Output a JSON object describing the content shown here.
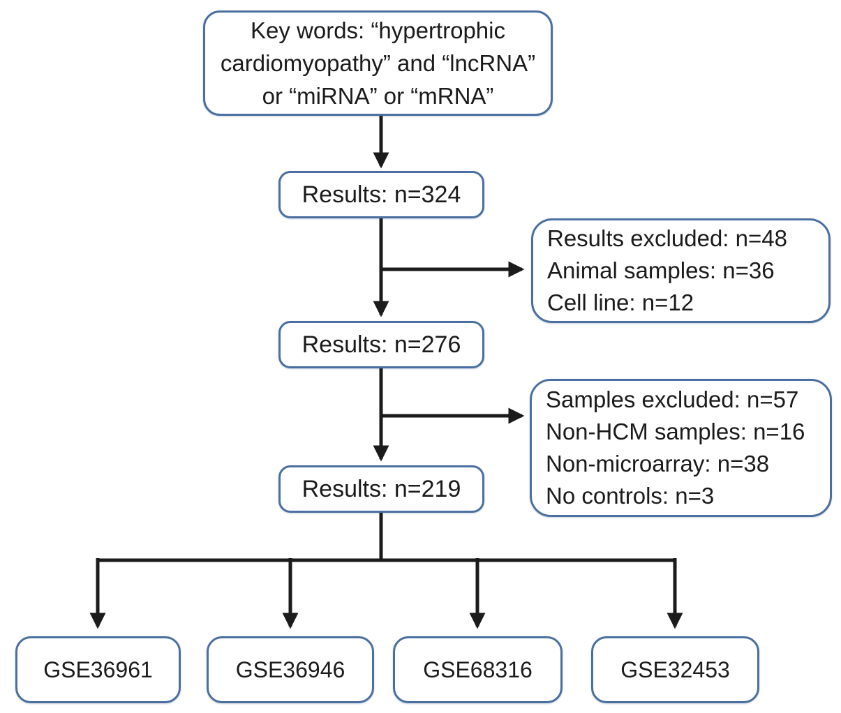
{
  "diagram": {
    "type": "flowchart",
    "background_color": "#ffffff",
    "box_border_color": "#4a6fa0",
    "box_fill_color": "#ffffff",
    "arrow_color": "#1b1b1b",
    "text_color": "#1b1b1b",
    "nodes": {
      "keywords": {
        "lines": [
          "Key words: “hypertrophic",
          "cardiomyopathy” and “lncRNA”",
          "or “miRNA” or “mRNA”"
        ]
      },
      "results_324": {
        "label": "Results: n=324"
      },
      "exclusions_1": {
        "lines": [
          "Results excluded: n=48",
          "Animal samples: n=36",
          "Cell line: n=12"
        ]
      },
      "results_276": {
        "label": "Results: n=276"
      },
      "exclusions_2": {
        "lines": [
          "Samples excluded: n=57",
          "Non-HCM samples: n=16",
          "Non-microarray: n=38",
          "No controls: n=3"
        ]
      },
      "results_219": {
        "label": "Results: n=219"
      },
      "datasets": [
        {
          "label": "GSE36961"
        },
        {
          "label": "GSE36946"
        },
        {
          "label": "GSE68316"
        },
        {
          "label": "GSE32453"
        }
      ]
    }
  }
}
